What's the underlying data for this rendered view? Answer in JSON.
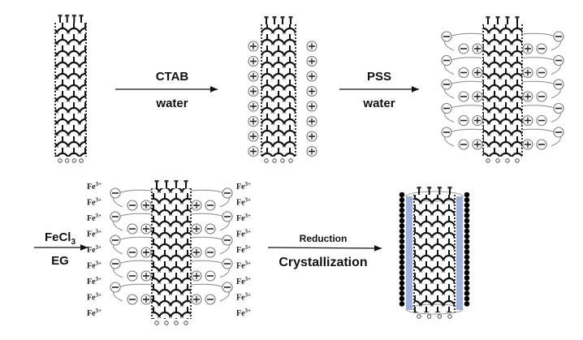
{
  "diagram": {
    "title": "",
    "steps": [
      {
        "id": "step1",
        "above": "CTAB",
        "below": "water"
      },
      {
        "id": "step2",
        "above": "PSS",
        "below": "water"
      },
      {
        "id": "step3",
        "above": "FeCl",
        "above_sub": "3",
        "below": "EG"
      },
      {
        "id": "step4",
        "above": "Reduction",
        "below": "Crystallization"
      }
    ],
    "ion_label": "Fe",
    "ion_charge": "3+",
    "stages": [
      {
        "name": "pristine-cnt",
        "charges": "none"
      },
      {
        "name": "ctab-coated-cnt",
        "charges": "+"
      },
      {
        "name": "pss-ctab-coated-cnt",
        "charges": "+/-"
      },
      {
        "name": "fe-adsorbed-cnt",
        "charges": "+/- with Fe3+"
      },
      {
        "name": "fe3o4-coated-cnt",
        "charges": "none"
      }
    ],
    "colors": {
      "line": "#111111",
      "charge_circle": "#777777",
      "shell": "#8fa3d9",
      "particle": "#000000"
    }
  }
}
